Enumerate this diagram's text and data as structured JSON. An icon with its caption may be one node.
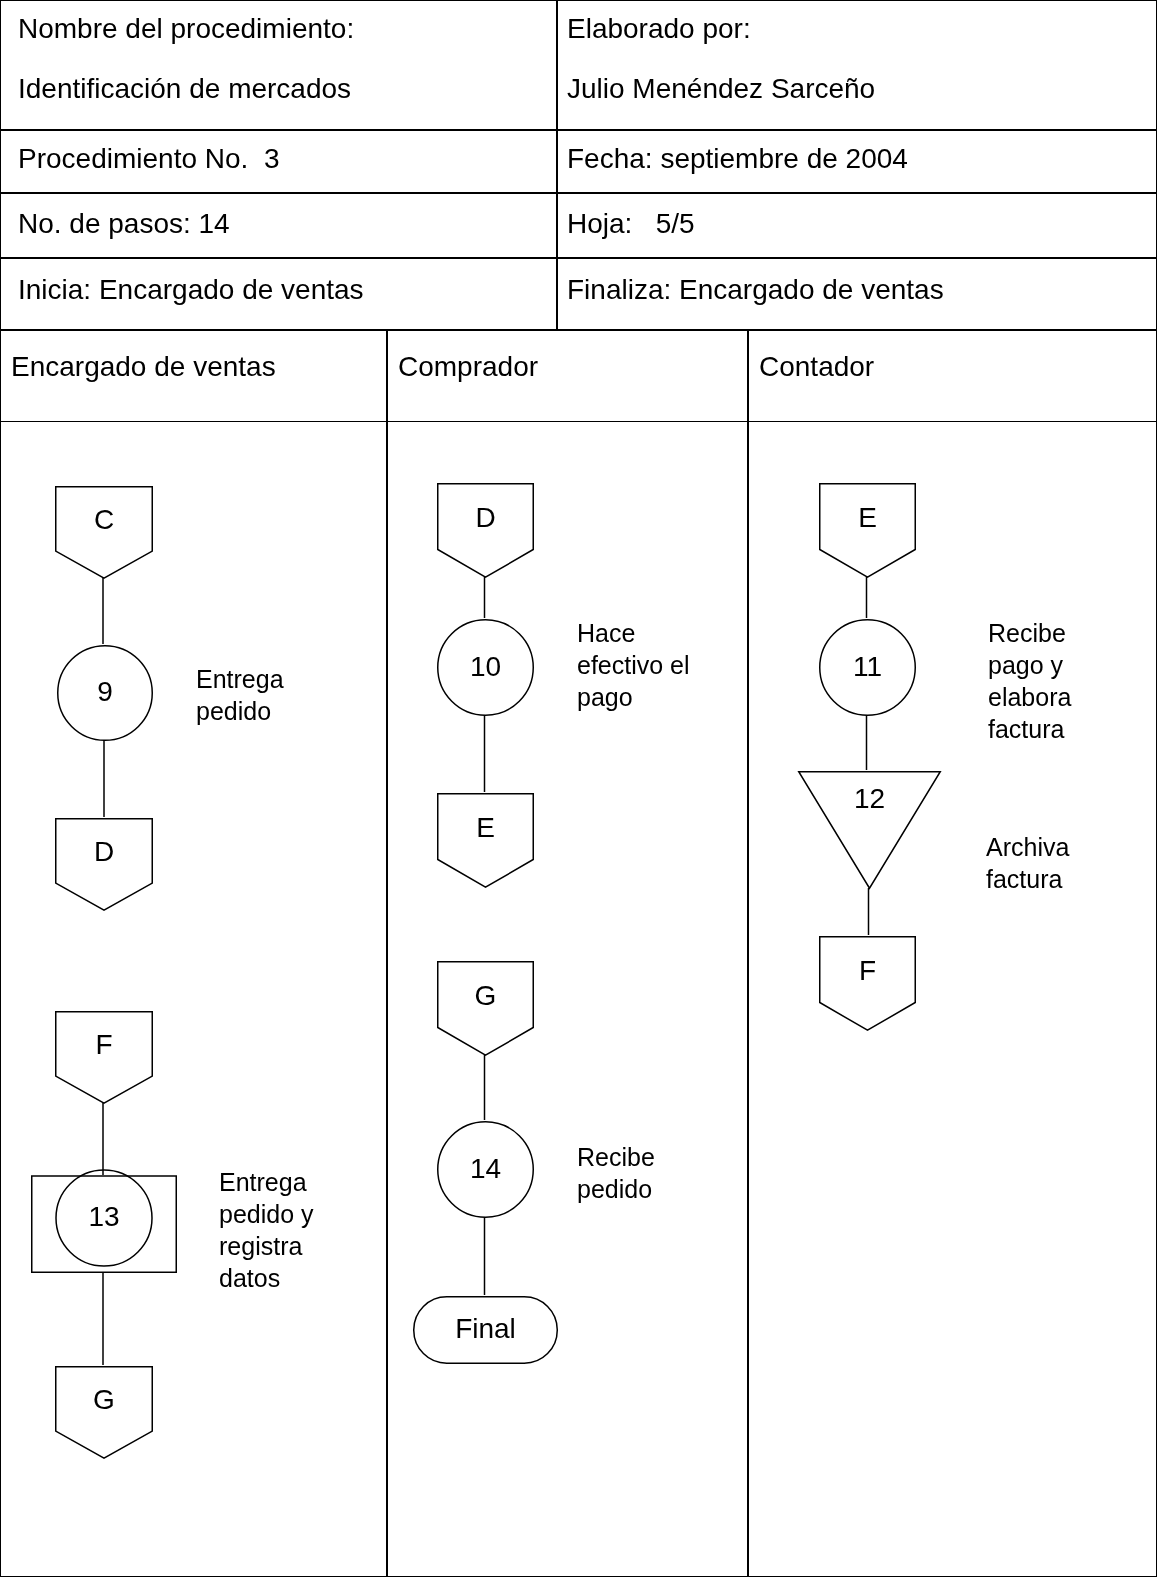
{
  "diagram": {
    "nodes": [
      {
        "text": [
          "Encargado de ventas"
        ]
      },
      {
        "text": [
          "Comprador"
        ]
      },
      {
        "text": [
          "Contador"
        ]
      },
      {
        "text": [
          "C"
        ],
        "in": 0
      },
      {
        "text": [
          "9"
        ],
        "in": 0,
        "beside": [
          "Entrega pedido"
        ]
      },
      {
        "text": [
          "D"
        ],
        "in": 0
      },
      {
        "text": [
          "F"
        ],
        "in": 0
      },
      {
        "text": [
          "13"
        ],
        "in": 0,
        "beside": [
          "Entrega pedido y registra datos"
        ]
      },
      {
        "text": [
          "G"
        ],
        "in": 0
      },
      {
        "text": [
          "D"
        ],
        "in": 1
      },
      {
        "text": [
          "10"
        ],
        "in": 1,
        "beside": [
          "Hace efectivo el pago"
        ]
      },
      {
        "text": [
          "E"
        ],
        "in": 1
      },
      {
        "text": [
          "G"
        ],
        "in": 1
      },
      {
        "text": [
          "14"
        ],
        "in": 1,
        "beside": [
          "Recibe pedido"
        ]
      },
      {
        "text": [
          "Final"
        ],
        "in": 1
      },
      {
        "text": [
          "E"
        ],
        "in": 2
      },
      {
        "text": [
          "11"
        ],
        "in": 2,
        "beside": [
          "Recibe pago y elabora factura"
        ]
      },
      {
        "text": [
          "12"
        ],
        "in": 2,
        "beside": [
          "Archiva factura"
        ]
      },
      {
        "text": [
          "F"
        ],
        "in": 2
      }
    ],
    "edges": [
      {
        "from": 3,
        "to": 4,
        "arrow": "none"
      },
      {
        "from": 4,
        "to": 5,
        "arrow": "none"
      },
      {
        "from": 6,
        "to": 7,
        "arrow": "none"
      },
      {
        "from": 7,
        "to": 8,
        "arrow": "none"
      },
      {
        "from": 9,
        "to": 10,
        "arrow": "none"
      },
      {
        "from": 10,
        "to": 11,
        "arrow": "none"
      },
      {
        "from": 12,
        "to": 13,
        "arrow": "none"
      },
      {
        "from": 13,
        "to": 14,
        "arrow": "none"
      },
      {
        "from": 15,
        "to": 16,
        "arrow": "none"
      },
      {
        "from": 16,
        "to": 17,
        "arrow": "none"
      },
      {
        "from": 17,
        "to": 18,
        "arrow": "none"
      }
    ],
    "labels": [
      "Nombre del procedimiento:",
      "Identificación de mercados",
      "Elaborado por:",
      "Julio Menéndez Sarceño",
      "Procedimiento No.  3",
      "Fecha: septiembre de 2004",
      "No. de pasos: 14",
      "Hoja:   5/5",
      "Inicia: Encargado de ventas",
      "Finaliza: Encargado de ventas"
    ]
  }
}
